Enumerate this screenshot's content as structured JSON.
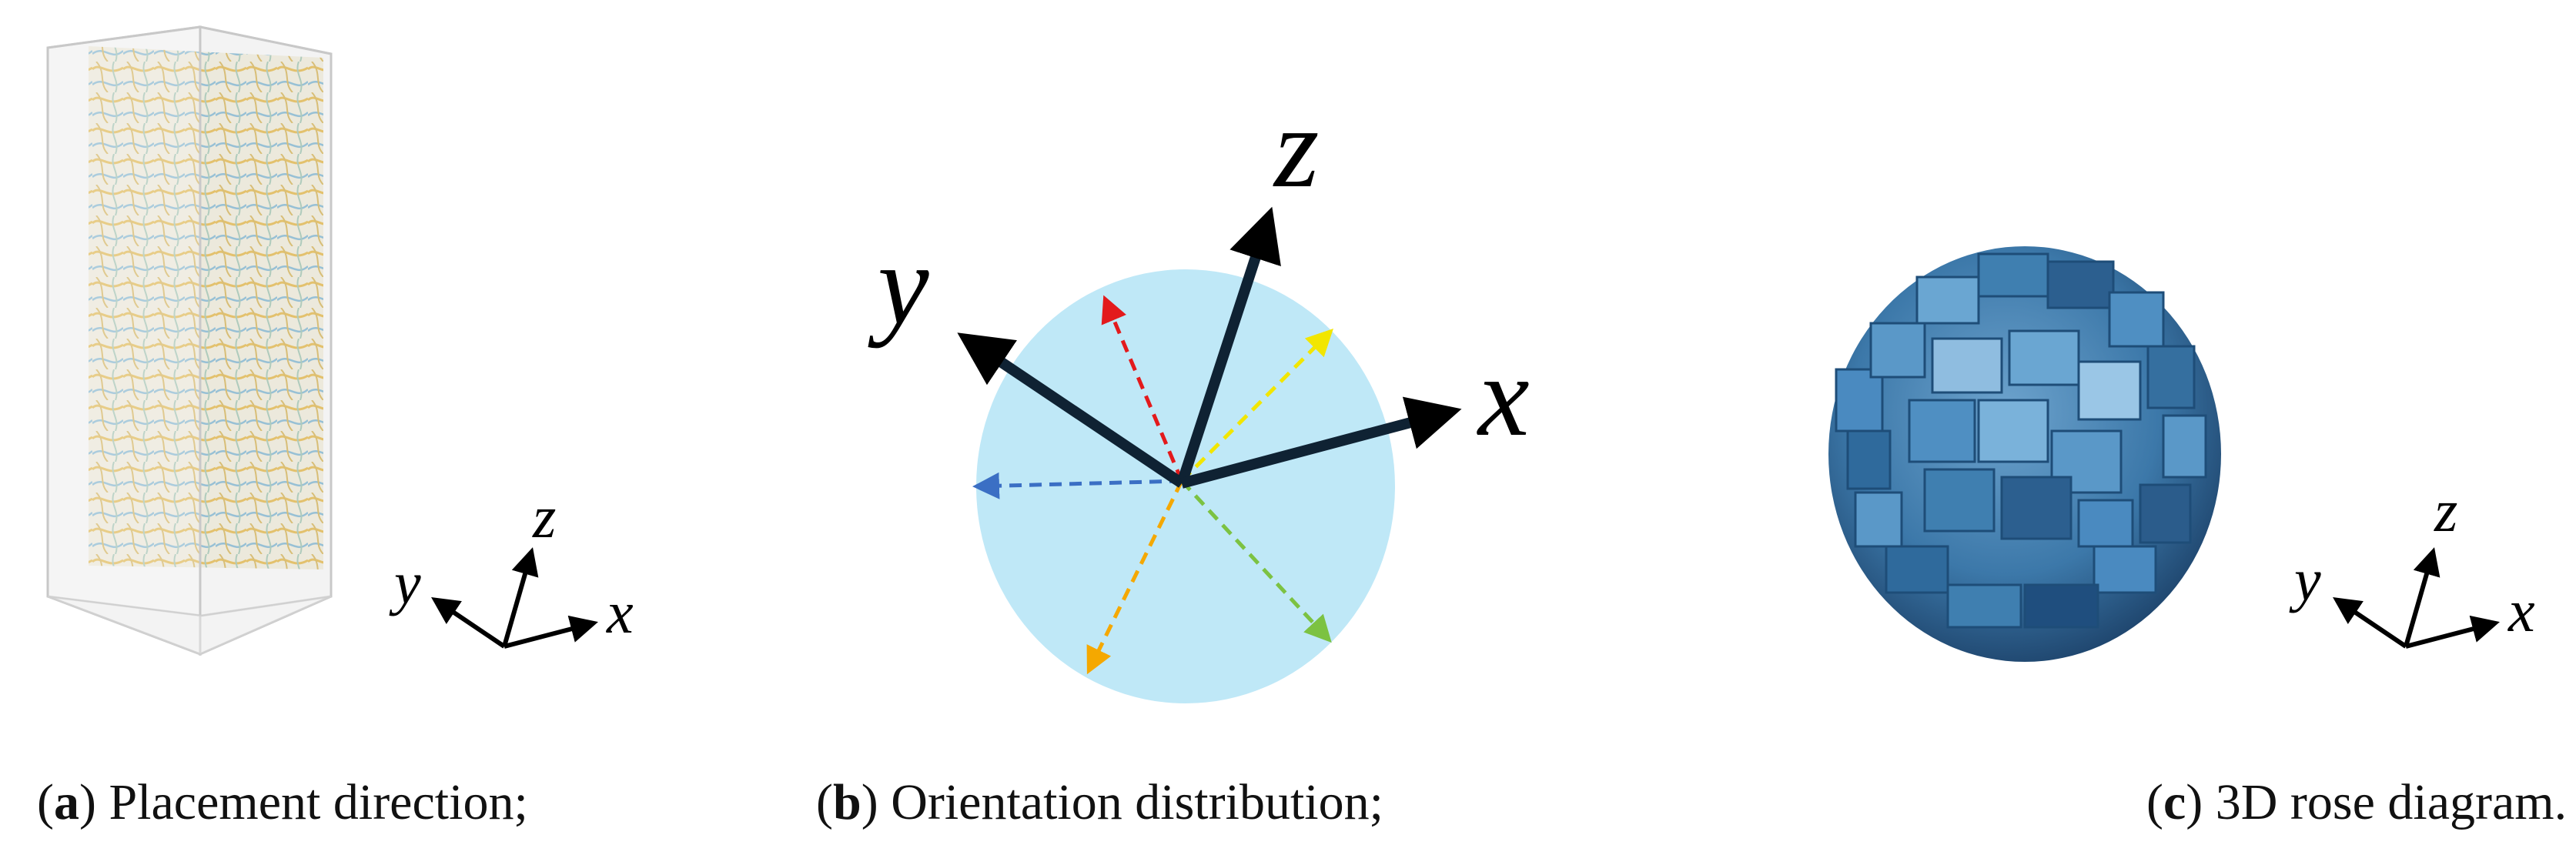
{
  "panels": [
    {
      "id": "a",
      "label": "a",
      "caption": "Placement direction;",
      "axes": {
        "x": "x",
        "y": "y",
        "z": "z"
      }
    },
    {
      "id": "b",
      "label": "b",
      "caption": "Orientation distribution;",
      "axes": {
        "x": "x",
        "y": "y",
        "z": "z"
      },
      "dashed_arrow_colors": [
        "#e31a1c",
        "#f2e600",
        "#3b6fc4",
        "#f5a800",
        "#7cc242"
      ],
      "sphere_color": "#bfe8f7"
    },
    {
      "id": "c",
      "label": "c",
      "caption": "3D rose diagram.",
      "axes": {
        "x": "x",
        "y": "y",
        "z": "z"
      },
      "rose_color": "#3f7fb0"
    }
  ]
}
